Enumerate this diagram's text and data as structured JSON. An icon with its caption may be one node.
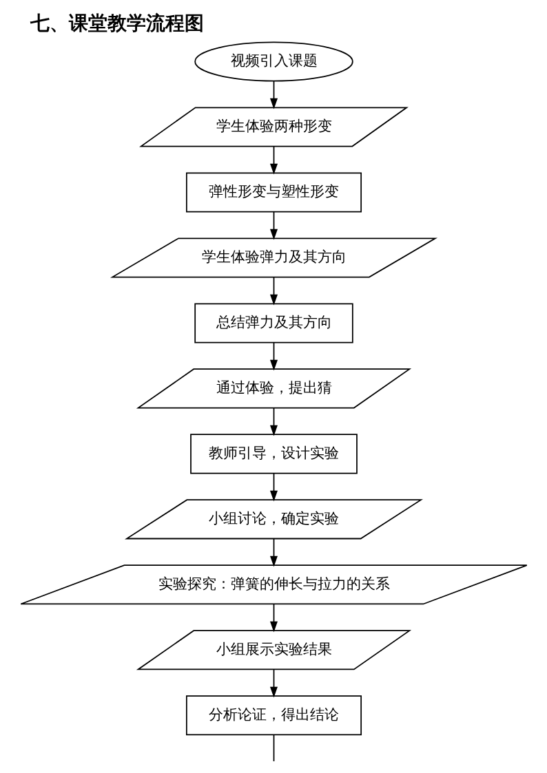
{
  "diagram": {
    "title": "七、课堂教学流程图",
    "nodes": [
      {
        "text": [
          "视频引入课题"
        ]
      },
      {
        "text": [
          "学生体验两种形变"
        ]
      },
      {
        "text": [
          "弹性形变与塑性形变"
        ]
      },
      {
        "text": [
          "学生体验弹力及其方向"
        ]
      },
      {
        "text": [
          "总结弹力及其方向"
        ]
      },
      {
        "text": [
          "通过体验，提出猜"
        ]
      },
      {
        "text": [
          "教师引导，设计实验"
        ]
      },
      {
        "text": [
          "小组讨论，确定实验"
        ]
      },
      {
        "text": [
          "实验探究：弹簧的伸长与拉力的关系"
        ]
      },
      {
        "text": [
          "小组展示实验结果"
        ]
      },
      {
        "text": [
          "分析论证，得出结论"
        ]
      }
    ],
    "edges": [
      {
        "from": 0,
        "to": 1,
        "arrow": "to"
      },
      {
        "from": 1,
        "to": 2,
        "arrow": "to"
      },
      {
        "from": 2,
        "to": 3,
        "arrow": "to"
      },
      {
        "from": 3,
        "to": 4,
        "arrow": "to"
      },
      {
        "from": 4,
        "to": 5,
        "arrow": "to"
      },
      {
        "from": 5,
        "to": 6,
        "arrow": "to"
      },
      {
        "from": 6,
        "to": 7,
        "arrow": "to"
      },
      {
        "from": 7,
        "to": 8,
        "arrow": "to"
      },
      {
        "from": 8,
        "to": 9,
        "arrow": "to"
      },
      {
        "from": 9,
        "to": 10,
        "arrow": "to"
      },
      {
        "from": 10,
        "to": null,
        "arrow": "none"
      }
    ]
  }
}
